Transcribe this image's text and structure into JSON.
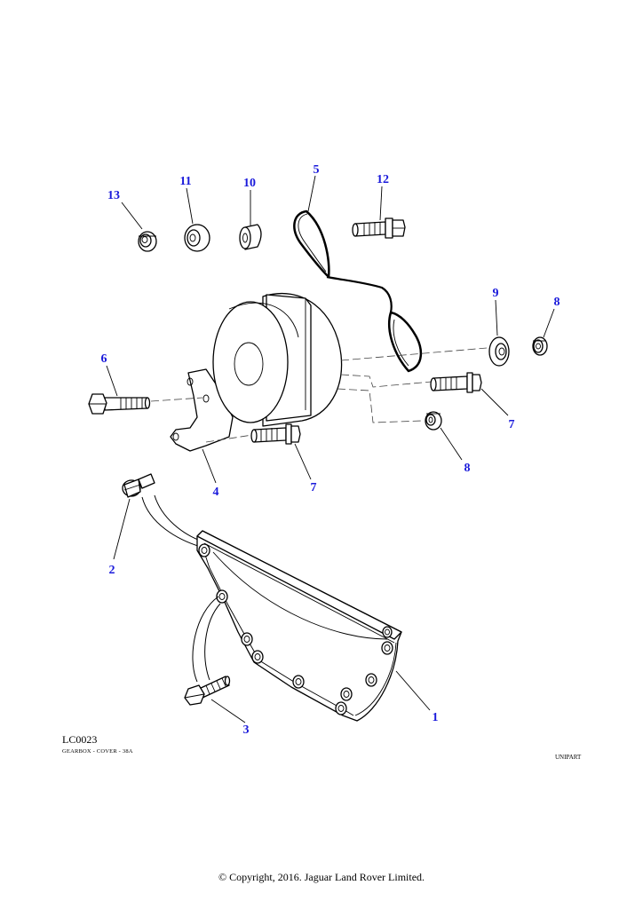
{
  "diagram": {
    "code": "LC0023",
    "subtitle": "GEARBOX - COVER - 38A",
    "brand": "UNIPART",
    "copyright": "© Copyright, 2016. Jaguar Land Rover Limited.",
    "callouts": [
      "1",
      "2",
      "3",
      "4",
      "5",
      "6",
      "7",
      "7",
      "8",
      "8",
      "9",
      "10",
      "11",
      "12",
      "13"
    ]
  }
}
